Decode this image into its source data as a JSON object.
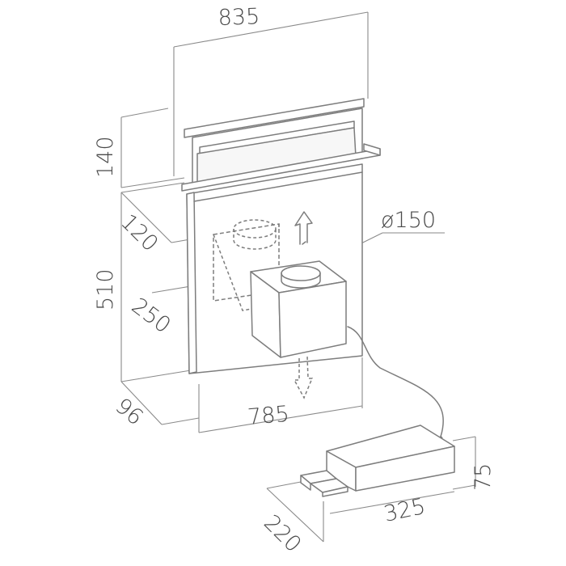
{
  "dimensions": {
    "width_top": "835",
    "height_top": "140",
    "depth_top": "120",
    "height_body": "510",
    "motor_width": "250",
    "duct_diameter": "ø150",
    "depth_base": "96",
    "width_base": "785",
    "remote_height": "75",
    "remote_width": "325",
    "remote_depth": "220"
  },
  "colors": {
    "line": "#7d7d7d",
    "text": "#4a4a4a",
    "background": "#ffffff"
  }
}
